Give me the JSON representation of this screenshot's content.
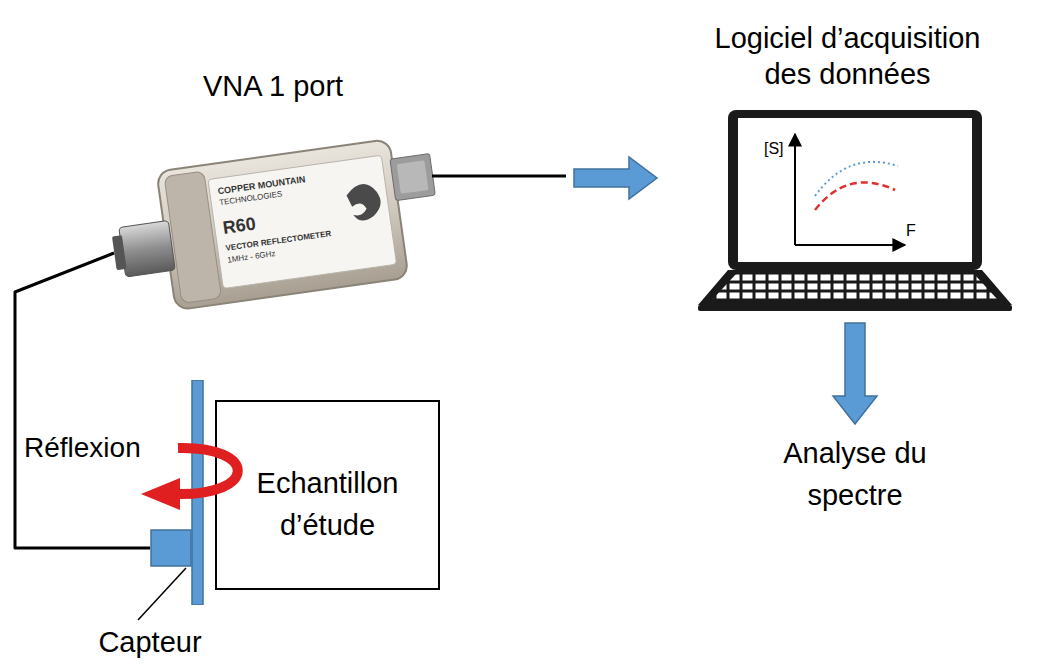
{
  "diagram": {
    "nodes": [
      {
        "text": [
          "VNA 1 port"
        ]
      },
      {
        "text": [
          "Logiciel d’acquisition des données"
        ]
      },
      {
        "text": [
          "Echantillon d’étude"
        ]
      },
      {
        "text": [
          "Capteur"
        ]
      },
      {
        "text": [
          "Analyse du spectre"
        ]
      }
    ],
    "edges": [
      {
        "from": 0,
        "to": 1,
        "arrow": "to"
      },
      {
        "from": 1,
        "to": 4,
        "arrow": "to"
      },
      {
        "from": 0,
        "to": 3,
        "arrow": "none"
      }
    ],
    "labels": [
      "Réflexion",
      "[S]",
      "F",
      "COPPER MOUNTAIN",
      "TECHNOLOGIES",
      "R60",
      "VECTOR REFLECTOMETER",
      "1MHz - 6GHz"
    ]
  }
}
